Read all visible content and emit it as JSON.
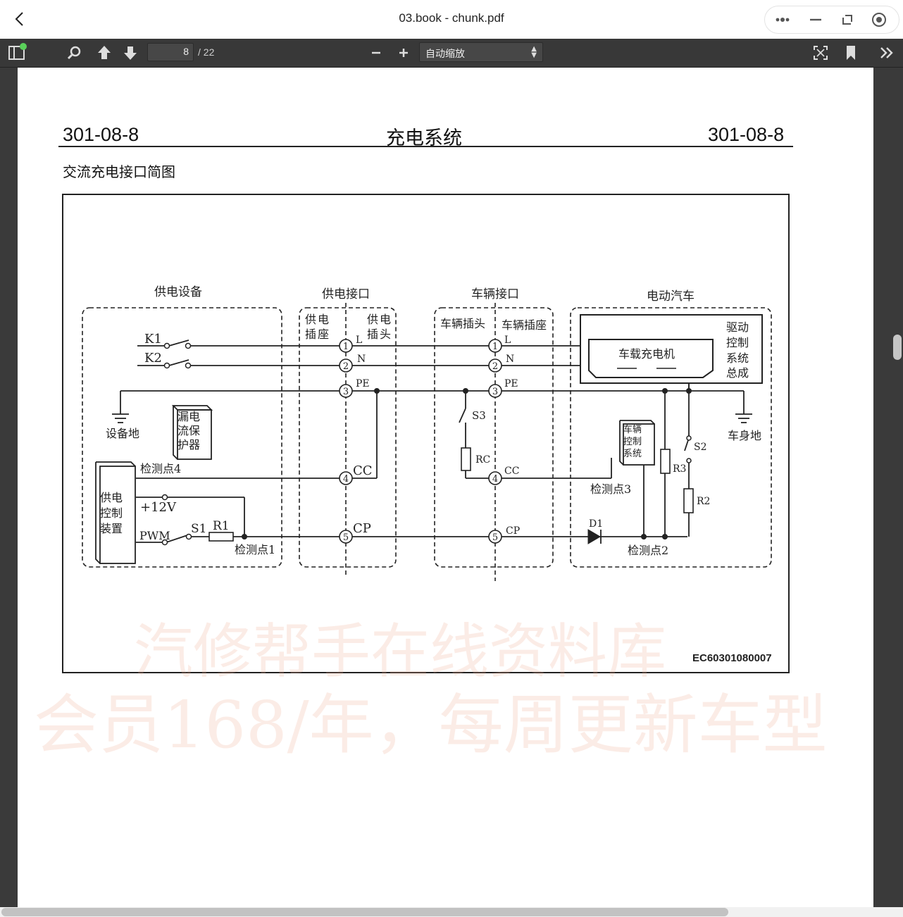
{
  "window": {
    "title": "03.book - chunk.pdf"
  },
  "toolbar": {
    "page_current": "8",
    "page_total": "/ 22",
    "zoom": "自动缩放"
  },
  "document": {
    "header_left": "301-08-8",
    "header_center": "充电系统",
    "header_right": "301-08-8",
    "section_title": "交流充电接口简图",
    "figure_code": "EC60301080007"
  },
  "diagram": {
    "groups": [
      "供电设备",
      "供电接口",
      "车辆接口",
      "电动汽车"
    ],
    "supply_socket": "供电插座",
    "supply_plug": "供电插头",
    "vehicle_plug": "车辆插头",
    "vehicle_socket": "车辆插座",
    "k1": "K1",
    "k2": "K2",
    "equipment_ground": "设备地",
    "leakage_protector": [
      "漏电",
      "流保",
      "护器"
    ],
    "detect4": "检测点4",
    "control_device": [
      "供电",
      "控制",
      "装置"
    ],
    "plus12v": "+12V",
    "pwm": "PWM",
    "s1": "S1",
    "r1": "R1",
    "detect1": "检测点1",
    "pins": [
      "1",
      "2",
      "3",
      "4",
      "5"
    ],
    "pin_labels": [
      "L",
      "N",
      "PE",
      "CC",
      "CP"
    ],
    "s3": "S3",
    "rc": "RC",
    "onboard_charger": "车载充电机",
    "drive_control": [
      "驱动",
      "控制",
      "系统",
      "总成"
    ],
    "body_ground": "车身地",
    "vehicle_control": [
      "车辆",
      "控制",
      "系统"
    ],
    "s2": "S2",
    "r3": "R3",
    "r2": "R2",
    "detect3": "检测点3",
    "d1": "D1",
    "detect2": "检测点2"
  },
  "watermark": {
    "line1": "汽修帮手在线资料库",
    "line2": "会员168/年，每周更新车型"
  }
}
